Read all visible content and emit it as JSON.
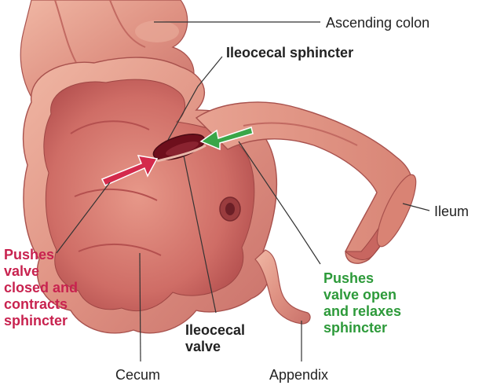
{
  "labels": {
    "ascending_colon": "Ascending colon",
    "ileocecal_sphincter": "Ileocecal sphincter",
    "ileum": "Ileum",
    "pushes_closed": "Pushes\nvalve\nclosed and\ncontracts\nsphincter",
    "pushes_open": "Pushes\nvalve open\nand relaxes\nsphincter",
    "ileocecal_valve": "Ileocecal\nvalve",
    "cecum": "Cecum",
    "appendix": "Appendix"
  },
  "colors": {
    "closing_arrow": "#d42a4c",
    "opening_arrow": "#3aa648",
    "closing_text": "#c8224f",
    "opening_text": "#2d9a3a",
    "tissue_outer": "#d9887a",
    "tissue_inner": "#c45e5a",
    "sphincter": "#6e0f1c"
  }
}
